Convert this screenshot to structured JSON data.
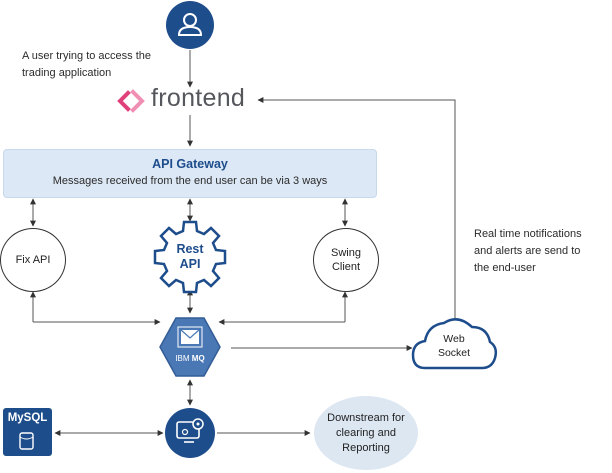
{
  "user_note": {
    "line1": "A user trying to access the",
    "line2": "trading application"
  },
  "frontend_logo": "frontend",
  "gateway": {
    "title": "API Gateway",
    "subtitle": "Messages received from the end user can be via 3 ways"
  },
  "channels": {
    "fix": "Fix API",
    "rest_line1": "Rest",
    "rest_line2": "API",
    "swing_line1": "Swing",
    "swing_line2": "Client"
  },
  "notification_note": {
    "line1": "Real time notifications",
    "line2": "and alerts are send to",
    "line3": "the end-user"
  },
  "websocket": {
    "line1": "Web",
    "line2": "Socket"
  },
  "ibm_mq": {
    "prefix": "IBM",
    "name": "MQ"
  },
  "mysql": "MySQL",
  "downstream": {
    "line1": "Downstream for",
    "line2": "clearing and",
    "line3": "Reporting"
  },
  "colors": {
    "navy": "#1e4d8c",
    "gateway_fill": "#dce8f5",
    "mq_fill": "#4a78b5",
    "frontend_pink": "#e0417a",
    "frontend_text": "#55575c",
    "downstream_fill": "#dde7f2"
  },
  "icons": [
    "user-icon",
    "frontend-logo-icon",
    "gear-icon",
    "ibm-mq-icon",
    "cloud-icon",
    "mysql-icon",
    "processing-gear-icon"
  ]
}
